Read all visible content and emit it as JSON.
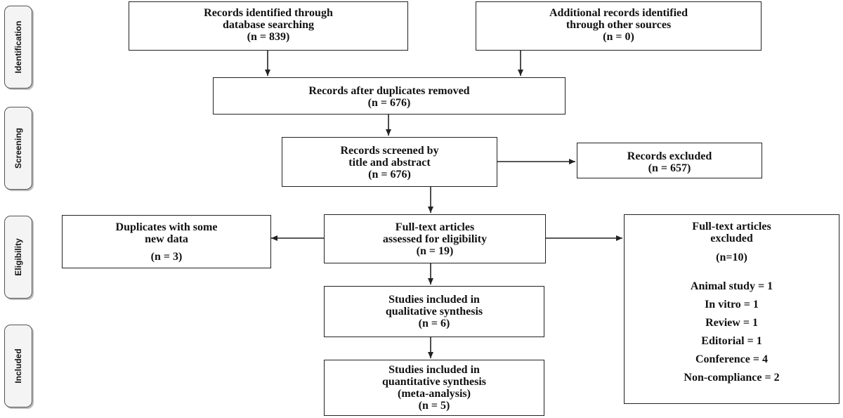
{
  "stages": {
    "identification": "Identification",
    "screening": "Screening",
    "eligibility": "Eligibility",
    "included": "Included"
  },
  "boxes": {
    "db_search": {
      "lines": [
        "Records identified through",
        "database searching",
        "(n = 839)"
      ]
    },
    "other_sources": {
      "lines": [
        "Additional records identified",
        "through other sources",
        "(n = 0)"
      ]
    },
    "after_duplicates": {
      "lines": [
        "Records after duplicates removed",
        "(n = 676)"
      ]
    },
    "screened": {
      "lines": [
        "Records screened by",
        "title and abstract",
        "(n = 676)"
      ]
    },
    "excluded": {
      "lines": [
        "Records excluded",
        "(n = 657)"
      ]
    },
    "duplicates_new_data": {
      "lines": [
        "Duplicates with some",
        "new data",
        "(n = 3)"
      ]
    },
    "fulltext_assessed": {
      "lines": [
        "Full-text articles",
        "assessed for eligibility",
        "(n = 19)"
      ]
    },
    "fulltext_excluded": {
      "lines": [
        "Full-text articles",
        "excluded",
        "(n=10)"
      ],
      "reasons": [
        "Animal study = 1",
        "In vitro = 1",
        "Review = 1",
        "Editorial = 1",
        "Conference = 4",
        "Non-compliance = 2"
      ]
    },
    "qualitative": {
      "lines": [
        "Studies included in",
        "qualitative synthesis",
        "(n = 6)"
      ]
    },
    "quantitative": {
      "lines": [
        "Studies included in",
        "quantitative synthesis",
        "(meta-analysis)",
        "(n = 5)"
      ]
    }
  }
}
